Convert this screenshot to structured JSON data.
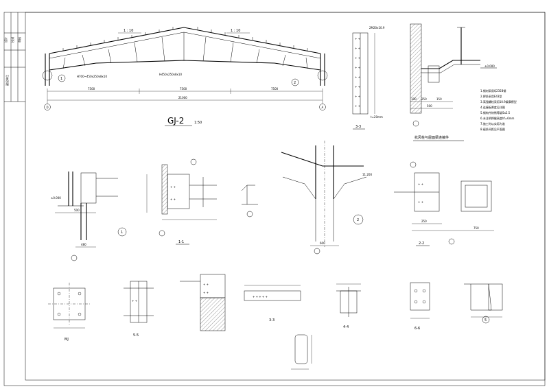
{
  "title_block": {
    "cell_a": "设计",
    "cell_b": "校对",
    "cell_c": "审核",
    "cell_d": "建设单位"
  },
  "elevation": {
    "title": "GJ-2",
    "scale": "1:50",
    "slope_left": "1 : 10",
    "slope_right": "1 : 10",
    "spans": [
      "7500",
      "7500",
      "7500"
    ],
    "total_span": "21000",
    "axis_left": "D",
    "axis_right": "A",
    "callout_left": "1",
    "callout_right": "2",
    "member_note": "H700~450x250x8x10",
    "beam_note": "H450x250x8x10"
  },
  "section_33": {
    "label": "3-3",
    "note_top": "2M20x10.9",
    "note_side": "t=20mm"
  },
  "wind_column": {
    "title": "抗风柱与屋面梁连接件",
    "elev": "±0.000",
    "dims": [
      "100",
      "250",
      "150",
      "500"
    ]
  },
  "notes": {
    "items": [
      "1.钢材采用Q235B钢",
      "2.焊条采用E43型",
      "3.高强螺栓采用10.9级摩擦型",
      "4.连接板厚度见详图",
      "5.钢构件除锈等级Sa2.5",
      "6.未注明焊缝高度hf=6mm",
      "7.施工时以实际为准",
      "8.檩条间距见平面图"
    ]
  },
  "details": {
    "d1_label": "1",
    "d2_label": "2",
    "s11_label": "1-1",
    "s22_label": "2-2",
    "s33_label": "3-3",
    "s44_label": "4-4",
    "s55_label": "5-5",
    "s66_label": "6-6",
    "d5_label": "5",
    "elev_a": "±0.000",
    "elev_b": "11.200",
    "dim_500": "500",
    "dim_600": "600",
    "dim_250": "250",
    "dim_480": "480",
    "dim_750": "750"
  }
}
